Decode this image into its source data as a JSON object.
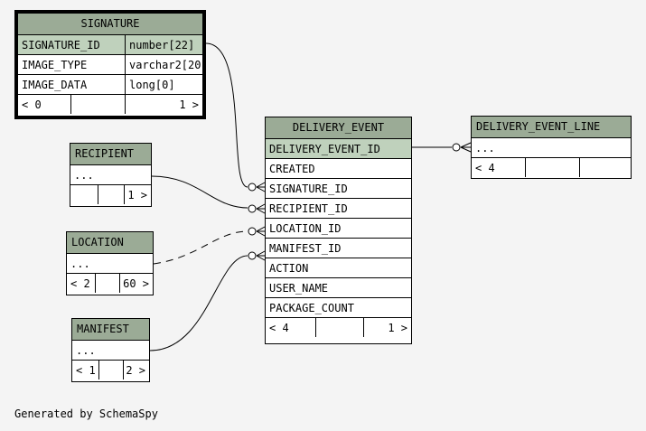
{
  "signature": {
    "title": "SIGNATURE",
    "rows": [
      {
        "name": "SIGNATURE_ID",
        "type": "number[22]"
      },
      {
        "name": "IMAGE_TYPE",
        "type": "varchar2[20"
      },
      {
        "name": "IMAGE_DATA",
        "type": "long[0]"
      }
    ],
    "footer_left": "< 0",
    "footer_right": "1 >"
  },
  "recipient": {
    "title": "RECIPIENT",
    "ellipsis": "...",
    "footer_right": "1 >"
  },
  "location": {
    "title": "LOCATION",
    "ellipsis": "...",
    "footer_left": "< 2",
    "footer_right": "60 >"
  },
  "manifest": {
    "title": "MANIFEST",
    "ellipsis": "...",
    "footer_left": "< 1",
    "footer_right": "2 >"
  },
  "delivery_event": {
    "title": "DELIVERY_EVENT",
    "columns": [
      "DELIVERY_EVENT_ID",
      "CREATED",
      "SIGNATURE_ID",
      "RECIPIENT_ID",
      "LOCATION_ID",
      "MANIFEST_ID",
      "ACTION",
      "USER_NAME",
      "PACKAGE_COUNT"
    ],
    "footer_left": "< 4",
    "footer_right": "1 >"
  },
  "delivery_event_line": {
    "title": "DELIVERY_EVENT_LINE",
    "ellipsis": "...",
    "footer_left": "< 4"
  },
  "footer": {
    "text": "Generated by SchemaSpy"
  },
  "colors": {
    "background": "#f4f4f4",
    "header": "#9bab96",
    "primary_key": "#bfd1bc"
  }
}
